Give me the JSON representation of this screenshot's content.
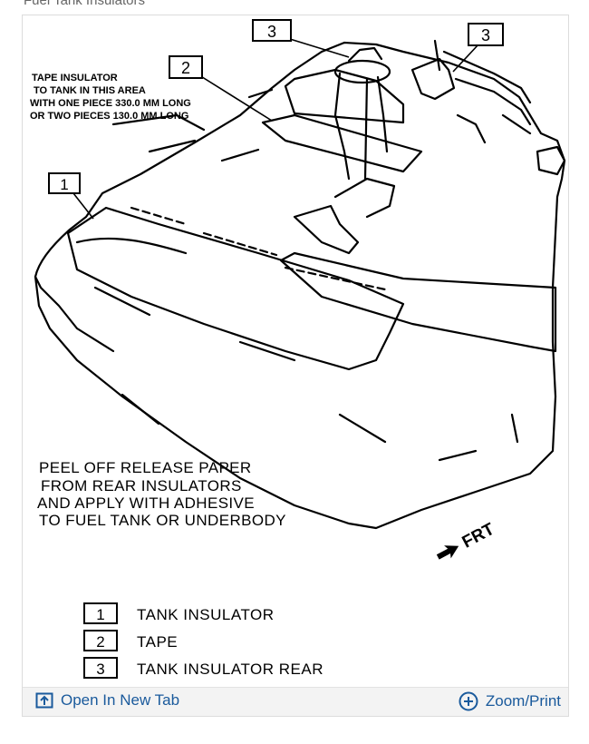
{
  "page": {
    "clipped_title": "Fuel Tank Insulators"
  },
  "diagram": {
    "callouts": [
      "3",
      "3",
      "2",
      "1"
    ],
    "tape_note": [
      "TAPE INSULATOR",
      "TO TANK IN THIS AREA",
      "WITH ONE PIECE 330.0 MM LONG",
      "OR TWO PIECES 130.0 MM LONG"
    ],
    "peel_note": [
      "PEEL OFF RELEASE PAPER",
      "FROM REAR INSULATORS",
      "AND APPLY WITH ADHESIVE",
      "TO FUEL TANK OR UNDERBODY"
    ],
    "front_marker": "FRT",
    "legend": [
      {
        "number": "1",
        "label": "TANK INSULATOR"
      },
      {
        "number": "2",
        "label": "TAPE"
      },
      {
        "number": "3",
        "label": "TANK INSULATOR REAR"
      }
    ]
  },
  "toolbar": {
    "open_tab_label": "Open In New Tab",
    "zoom_label": "Zoom/Print",
    "open_tab_icon": "open-new-tab-icon",
    "zoom_icon": "zoom-plus-circle-icon",
    "link_color": "#1a5a9c"
  }
}
